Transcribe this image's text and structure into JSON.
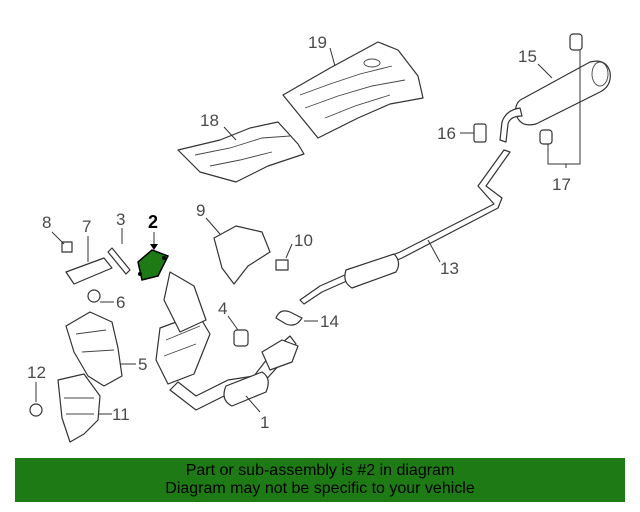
{
  "callouts": {
    "c1": "1",
    "c2": "2",
    "c3": "3",
    "c4": "4",
    "c5": "5",
    "c6": "6",
    "c7": "7",
    "c8": "8",
    "c9": "9",
    "c10": "10",
    "c11": "11",
    "c12": "12",
    "c13": "13",
    "c14": "14",
    "c15": "15",
    "c16": "16",
    "c17": "17",
    "c18": "18",
    "c19": "19"
  },
  "highlight": {
    "part_number": "2",
    "color": "#1e7a14"
  },
  "banner": {
    "line1": "Part or sub-assembly is #2 in diagram",
    "line2": "Diagram may not be specific to your vehicle",
    "background": "#1e7a14"
  }
}
